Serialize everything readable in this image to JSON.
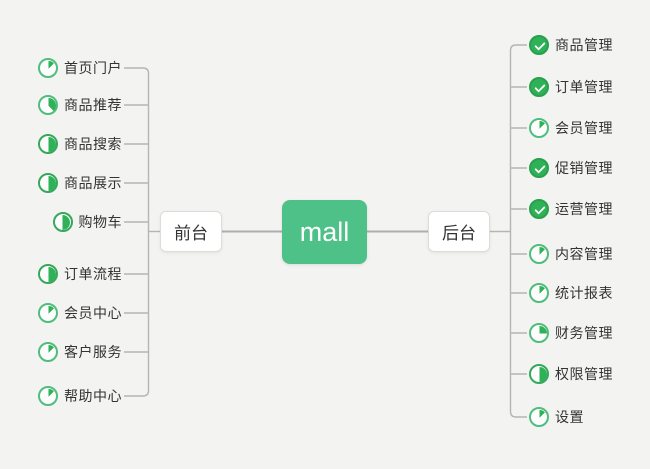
{
  "root": {
    "label": "mall"
  },
  "left_branch": {
    "label": "前台",
    "items": [
      {
        "label": "首页门户",
        "icon": "pie-13"
      },
      {
        "label": "商品推荐",
        "icon": "pie-38"
      },
      {
        "label": "商品搜索",
        "icon": "pie-50"
      },
      {
        "label": "商品展示",
        "icon": "pie-50"
      },
      {
        "label": "购物车",
        "icon": "pie-50"
      },
      {
        "label": "订单流程",
        "icon": "pie-50"
      },
      {
        "label": "会员中心",
        "icon": "pie-13"
      },
      {
        "label": "客户服务",
        "icon": "pie-13"
      },
      {
        "label": "帮助中心",
        "icon": "pie-13"
      }
    ]
  },
  "right_branch": {
    "label": "后台",
    "items": [
      {
        "label": "商品管理",
        "icon": "check"
      },
      {
        "label": "订单管理",
        "icon": "check"
      },
      {
        "label": "会员管理",
        "icon": "pie-13"
      },
      {
        "label": "促销管理",
        "icon": "check"
      },
      {
        "label": "运营管理",
        "icon": "check"
      },
      {
        "label": "内容管理",
        "icon": "pie-13"
      },
      {
        "label": "统计报表",
        "icon": "pie-13"
      },
      {
        "label": "财务管理",
        "icon": "pie-25"
      },
      {
        "label": "权限管理",
        "icon": "pie-50"
      },
      {
        "label": "设置",
        "icon": "pie-13"
      }
    ]
  },
  "colors": {
    "background": "#f3f3f1",
    "root_green": "#4ec189",
    "icon_green": "#2eb157",
    "connector_gray": "#b5b5b5",
    "text": "#333333"
  }
}
